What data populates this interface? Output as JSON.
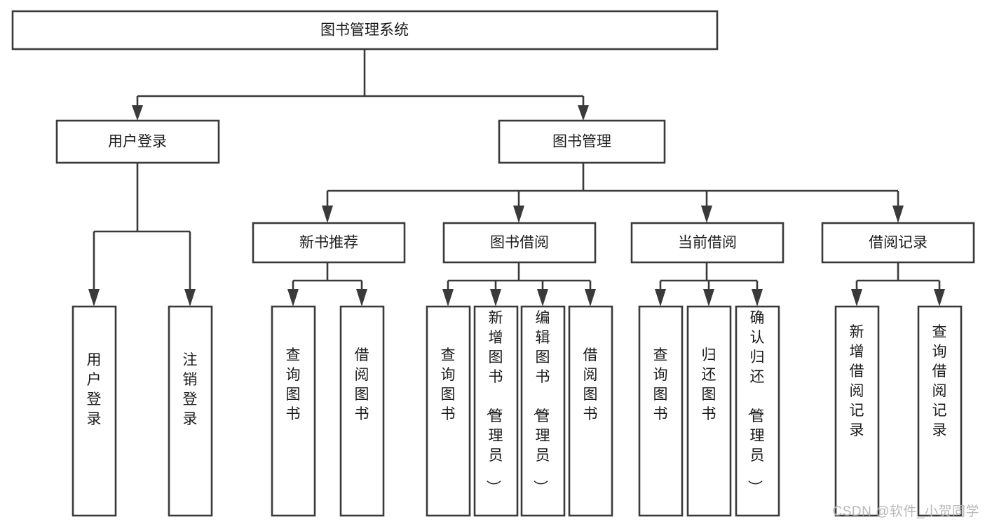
{
  "diagram": {
    "type": "tree-hierarchy",
    "title": "图书管理系统",
    "watermark": "CSDN @软件_小贺同学",
    "colors": {
      "stroke": "#3a3a3a",
      "box_fill": "#ffffff",
      "text": "#1b1b1b",
      "background": "#ffffff",
      "watermark": "#b8b8b8"
    },
    "levels": {
      "level0": [
        {
          "id": "root",
          "label": "图书管理系统",
          "orientation": "horizontal"
        }
      ],
      "level1": [
        {
          "id": "user-login",
          "label": "用户登录",
          "orientation": "horizontal",
          "parent": "root"
        },
        {
          "id": "book-manage",
          "label": "图书管理",
          "orientation": "horizontal",
          "parent": "root"
        }
      ],
      "level2": [
        {
          "id": "new-book-rec",
          "label": "新书推荐",
          "orientation": "horizontal",
          "parent": "book-manage"
        },
        {
          "id": "book-borrow",
          "label": "图书借阅",
          "orientation": "horizontal",
          "parent": "book-manage"
        },
        {
          "id": "current-borrow",
          "label": "当前借阅",
          "orientation": "horizontal",
          "parent": "book-manage"
        },
        {
          "id": "borrow-record",
          "label": "借阅记录",
          "orientation": "horizontal",
          "parent": "book-manage"
        }
      ],
      "level3": [
        {
          "id": "leaf-user-login",
          "label": "用户登录",
          "orientation": "vertical",
          "parent": "user-login"
        },
        {
          "id": "leaf-logout",
          "label": "注销登录",
          "orientation": "vertical",
          "parent": "user-login"
        },
        {
          "id": "leaf-query-book-1",
          "label": "查询图书",
          "orientation": "vertical",
          "parent": "new-book-rec"
        },
        {
          "id": "leaf-borrow-book-1",
          "label": "借阅图书",
          "orientation": "vertical",
          "parent": "new-book-rec"
        },
        {
          "id": "leaf-query-book-2",
          "label": "查询图书",
          "orientation": "vertical",
          "parent": "book-borrow"
        },
        {
          "id": "leaf-add-book",
          "label": "新增图书（管理员）",
          "orientation": "vertical",
          "parent": "book-borrow"
        },
        {
          "id": "leaf-edit-book",
          "label": "编辑图书（管理员）",
          "orientation": "vertical",
          "parent": "book-borrow"
        },
        {
          "id": "leaf-borrow-book-2",
          "label": "借阅图书",
          "orientation": "vertical",
          "parent": "book-borrow"
        },
        {
          "id": "leaf-query-book-3",
          "label": "查询图书",
          "orientation": "vertical",
          "parent": "current-borrow"
        },
        {
          "id": "leaf-return-book",
          "label": "归还图书",
          "orientation": "vertical",
          "parent": "current-borrow"
        },
        {
          "id": "leaf-confirm-return",
          "label": "确认归还（管理员）",
          "orientation": "vertical",
          "parent": "current-borrow"
        },
        {
          "id": "leaf-add-record",
          "label": "新增借阅记录",
          "orientation": "vertical",
          "parent": "borrow-record"
        },
        {
          "id": "leaf-query-record",
          "label": "查询借阅记录",
          "orientation": "vertical",
          "parent": "borrow-record"
        }
      ]
    }
  }
}
